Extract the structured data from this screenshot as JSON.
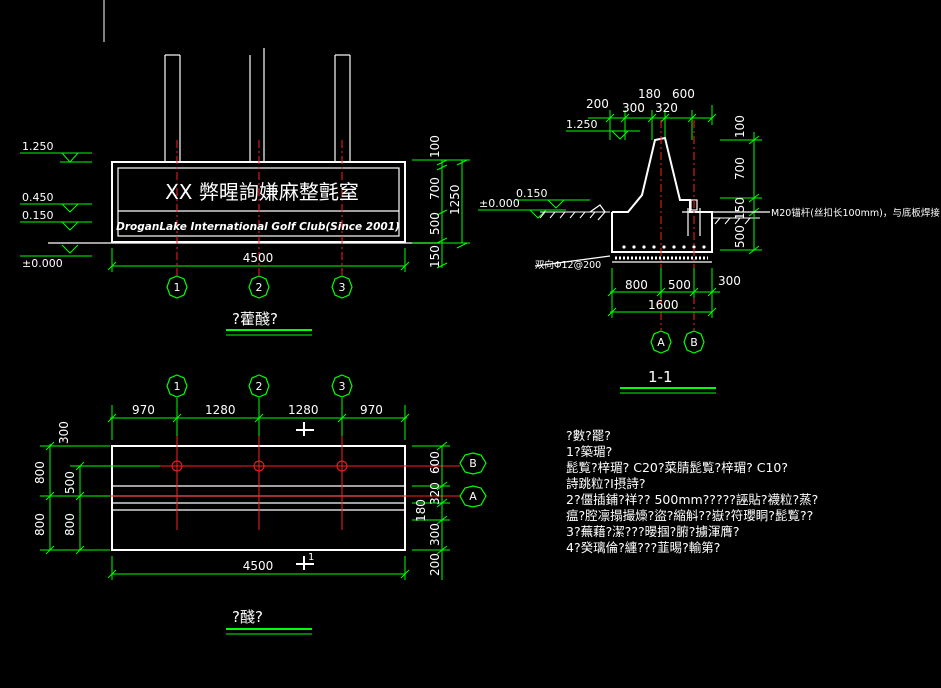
{
  "elevation": {
    "levels": [
      "1.250",
      "0.450",
      "0.150",
      "±0.000"
    ],
    "vdims": [
      "100",
      "700",
      "500",
      "150"
    ],
    "vtotal": "1250",
    "sign_title": "XX 弊暒詢嫌麻整氈窒",
    "sign_subtitle": "DroganLake International Golf Club(Since 2001)",
    "width": "4500",
    "axes": [
      "1",
      "2",
      "3"
    ],
    "caption": "?藿醆?"
  },
  "section": {
    "top_dims": [
      "200",
      "300",
      "180",
      "320",
      "600"
    ],
    "level_top": "1.250",
    "level_mid": "0.150",
    "level_zero": "±0.000",
    "right_dims": [
      "100",
      "700",
      "150",
      "500"
    ],
    "bolt_note": "M20锚杆(丝扣长100mm)，与底板焊接",
    "rebar_note": "双向Φ12@200",
    "bottom_dims": [
      "800",
      "500",
      "300"
    ],
    "bottom_total": "1600",
    "axes": [
      "A",
      "B"
    ],
    "caption": "1-1"
  },
  "plan": {
    "axes_top": [
      "1",
      "2",
      "3"
    ],
    "top_dims": [
      "970",
      "1280",
      "1280",
      "970"
    ],
    "left_outer": [
      "300",
      "800",
      "800"
    ],
    "left_inner": [
      "500",
      "800"
    ],
    "right_dims": [
      "600",
      "320",
      "180",
      "300",
      "200"
    ],
    "axes_right": [
      "B",
      "A"
    ],
    "width": "4500",
    "cut_mark": "1",
    "caption": "?醆?"
  },
  "notes": [
    "?數?罷?",
    "1?築瑂?",
    "髭覧?梓瑂?  C20?菜腈髭覧?梓瑂?  C10?",
    "詩跳粒?Ⅰ摂詩?",
    "2?僵插鋪?祥??  500mm?????誣貼?襪粒?蒸?",
    "瘟?腔凛搨撮燺?盜?縮斛??嶽?符瓔眮?髭覧??",
    "3?蕪藉?潔???暥掴?腑?擄渾膺?",
    "4?癸璃倫?纏???韮晹?輸第?"
  ]
}
